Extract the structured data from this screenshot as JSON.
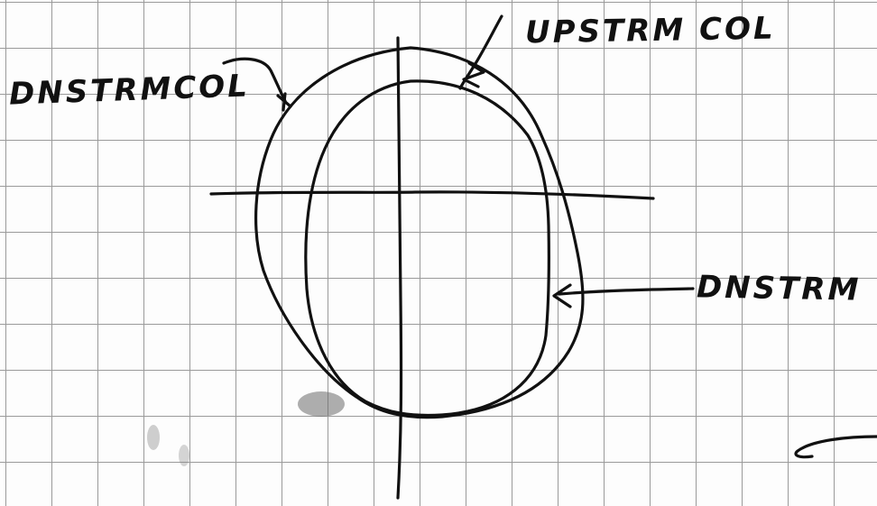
{
  "labels": {
    "downstream_col": "DNSTRMCOL",
    "upstream_col": "UPSTRM COL",
    "downstream": "DNSTRM"
  },
  "colors": {
    "ink": "#111111",
    "grid": "#9a9a9a",
    "paper": "#fdfdfd"
  }
}
